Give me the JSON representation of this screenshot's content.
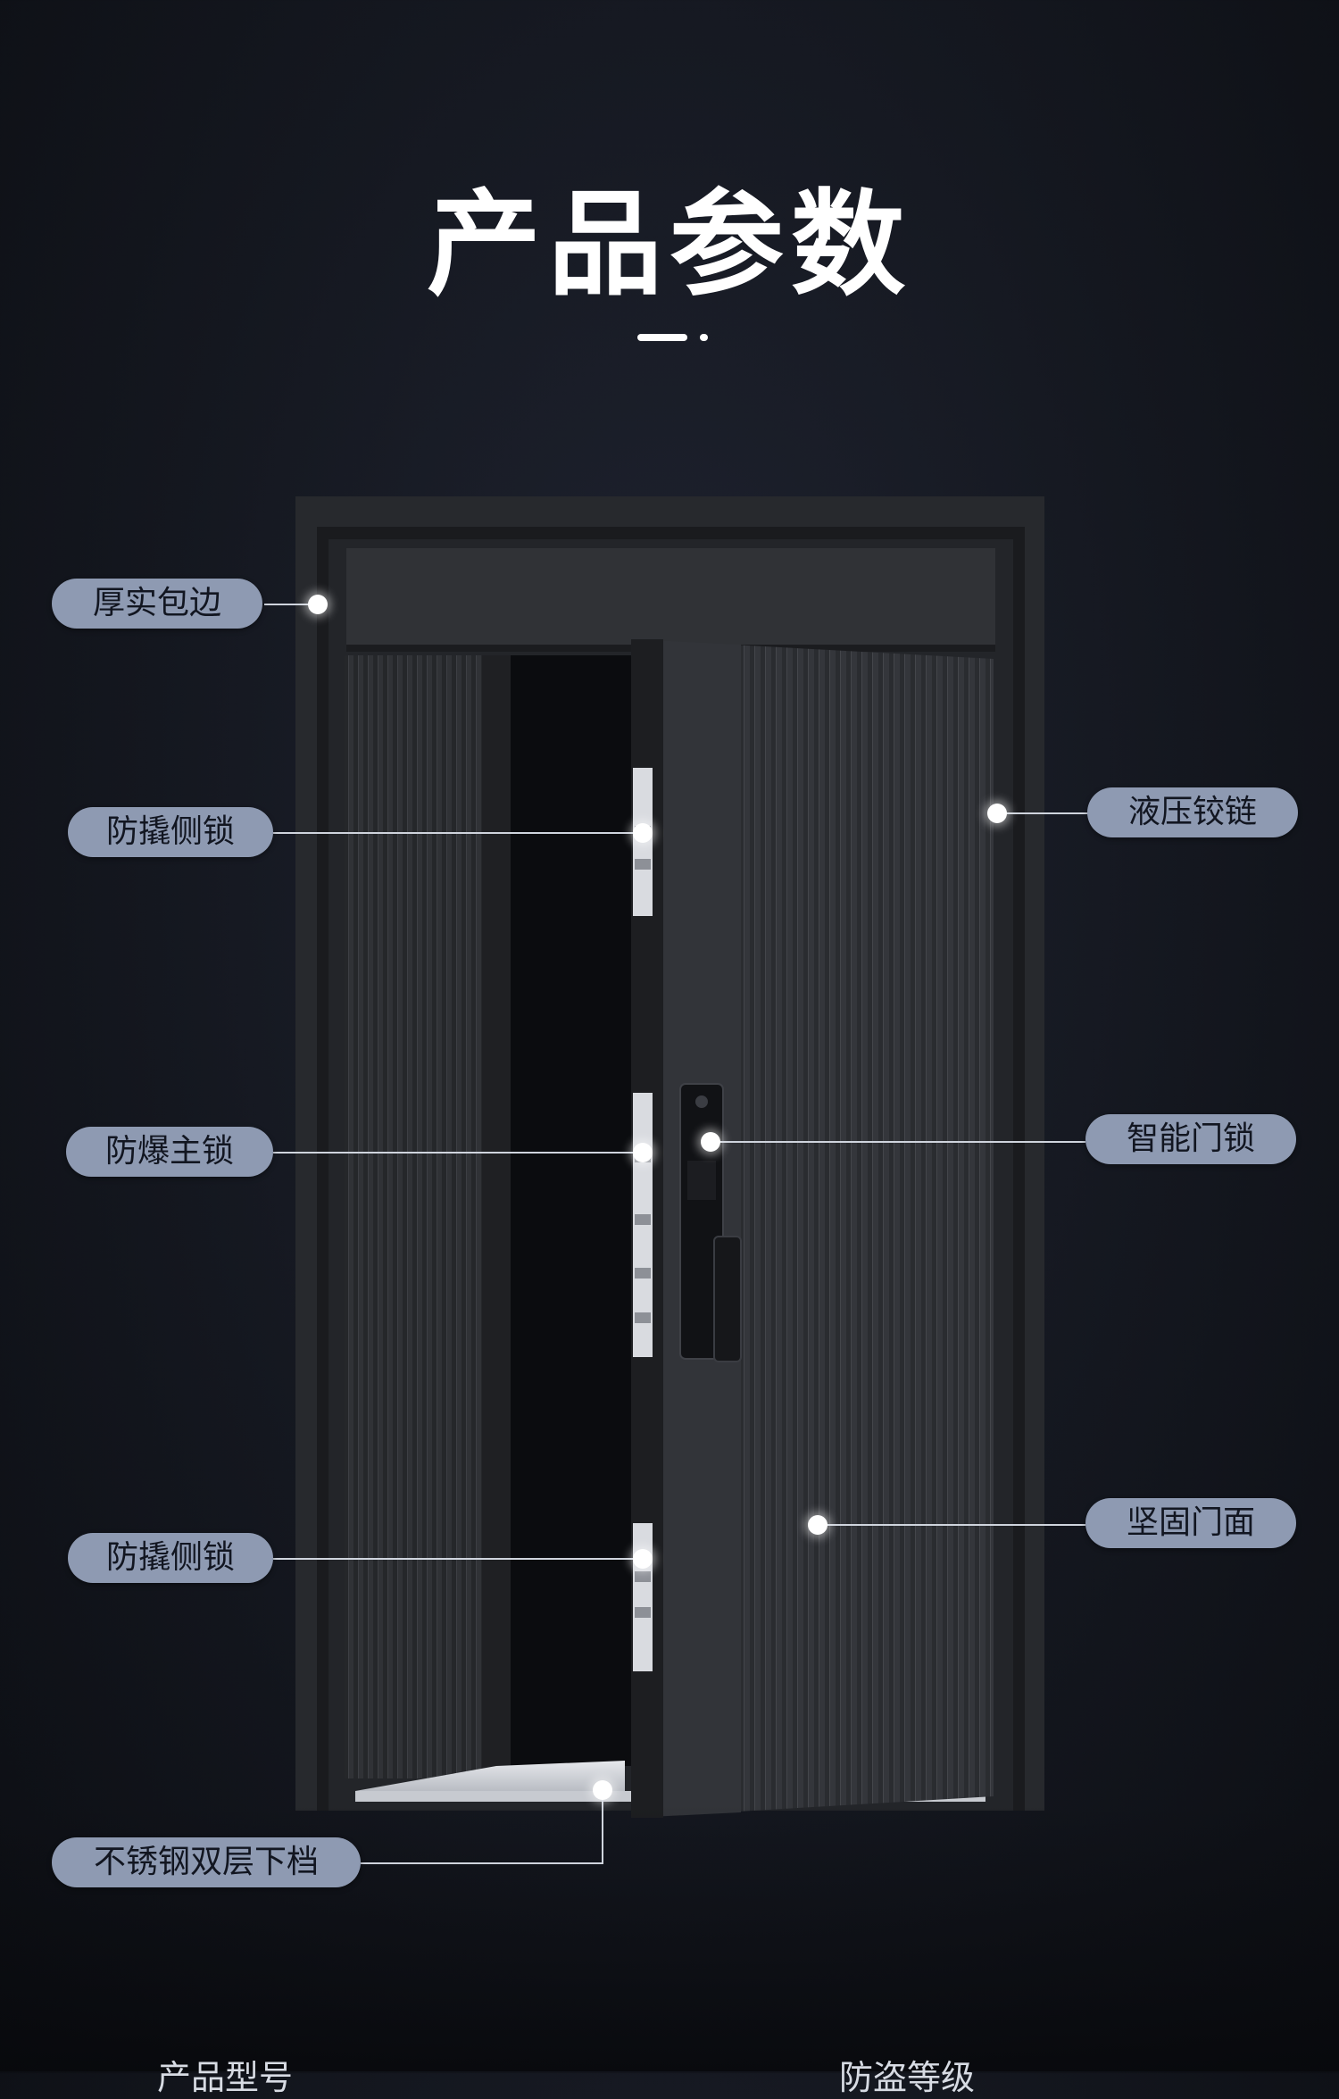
{
  "page_title": "产品参数",
  "callouts": {
    "thick_edge": "厚实包边",
    "side_lock_top": "防撬侧锁",
    "hydraulic_hinge": "液压铰链",
    "main_lock": "防爆主锁",
    "smart_lock": "智能门锁",
    "side_lock_bottom": "防撬侧锁",
    "sturdy_panel": "坚固门面",
    "stainless_threshold": "不锈钢双层下档"
  },
  "bottom_specs": {
    "model_label": "产品型号",
    "grade_label": "防盗等级"
  },
  "colors": {
    "background": "#14171f",
    "pill": "#8e9ab2",
    "pill_text": "#121621",
    "door": "#2a2c31"
  }
}
